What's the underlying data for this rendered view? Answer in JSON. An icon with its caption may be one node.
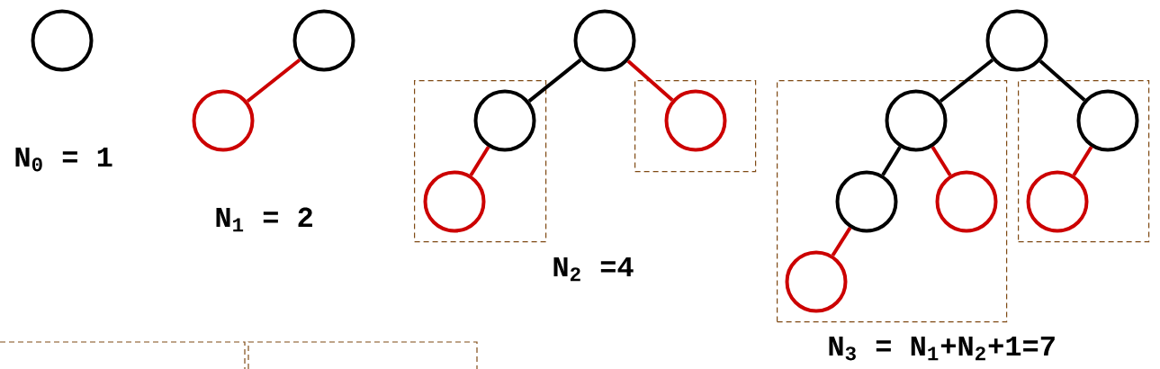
{
  "diagram": {
    "nodes": [
      {
        "text": [],
        "shape": "circle"
      },
      {
        "text": [],
        "shape": "circle"
      },
      {
        "text": [],
        "shape": "circle"
      },
      {
        "text": [],
        "shape": "circle"
      },
      {
        "text": [],
        "shape": "box"
      },
      {
        "text": [],
        "shape": "circle",
        "in": 4
      },
      {
        "text": [],
        "shape": "circle",
        "in": 4
      },
      {
        "text": [],
        "shape": "box"
      },
      {
        "text": [],
        "shape": "circle",
        "in": 7
      },
      {
        "text": [],
        "shape": "circle"
      },
      {
        "text": [],
        "shape": "box"
      },
      {
        "text": [],
        "shape": "circle",
        "in": 10
      },
      {
        "text": [],
        "shape": "circle",
        "in": 10
      },
      {
        "text": [],
        "shape": "circle",
        "in": 10
      },
      {
        "text": [],
        "shape": "circle",
        "in": 10
      },
      {
        "text": [],
        "shape": "box"
      },
      {
        "text": [],
        "shape": "circle",
        "in": 15
      },
      {
        "text": [],
        "shape": "circle",
        "in": 15
      },
      {
        "text": [],
        "shape": "box"
      },
      {
        "text": [],
        "shape": "box"
      }
    ],
    "edges": [
      {
        "from": 1,
        "to": 2,
        "arrow": "none"
      },
      {
        "from": 3,
        "to": 5,
        "arrow": "none",
        "color": "#000000"
      },
      {
        "from": 3,
        "to": 8,
        "arrow": "none"
      },
      {
        "from": 5,
        "to": 6,
        "arrow": "none"
      },
      {
        "from": 9,
        "to": 11,
        "arrow": "none",
        "color": "#000000"
      },
      {
        "from": 9,
        "to": 16,
        "arrow": "none",
        "color": "#000000"
      },
      {
        "from": 11,
        "to": 12,
        "arrow": "none",
        "color": "#000000"
      },
      {
        "from": 11,
        "to": 13,
        "arrow": "none"
      },
      {
        "from": 16,
        "to": 17,
        "arrow": "none"
      },
      {
        "from": 12,
        "to": 14,
        "arrow": "none"
      }
    ],
    "labels": [
      "N$_{0}$ = 1",
      "N$_{1}$ = 2",
      "N$_{2}$ =4",
      "N$_{3}$ = N$_{1}$+N$_{2}$+1=7"
    ]
  }
}
